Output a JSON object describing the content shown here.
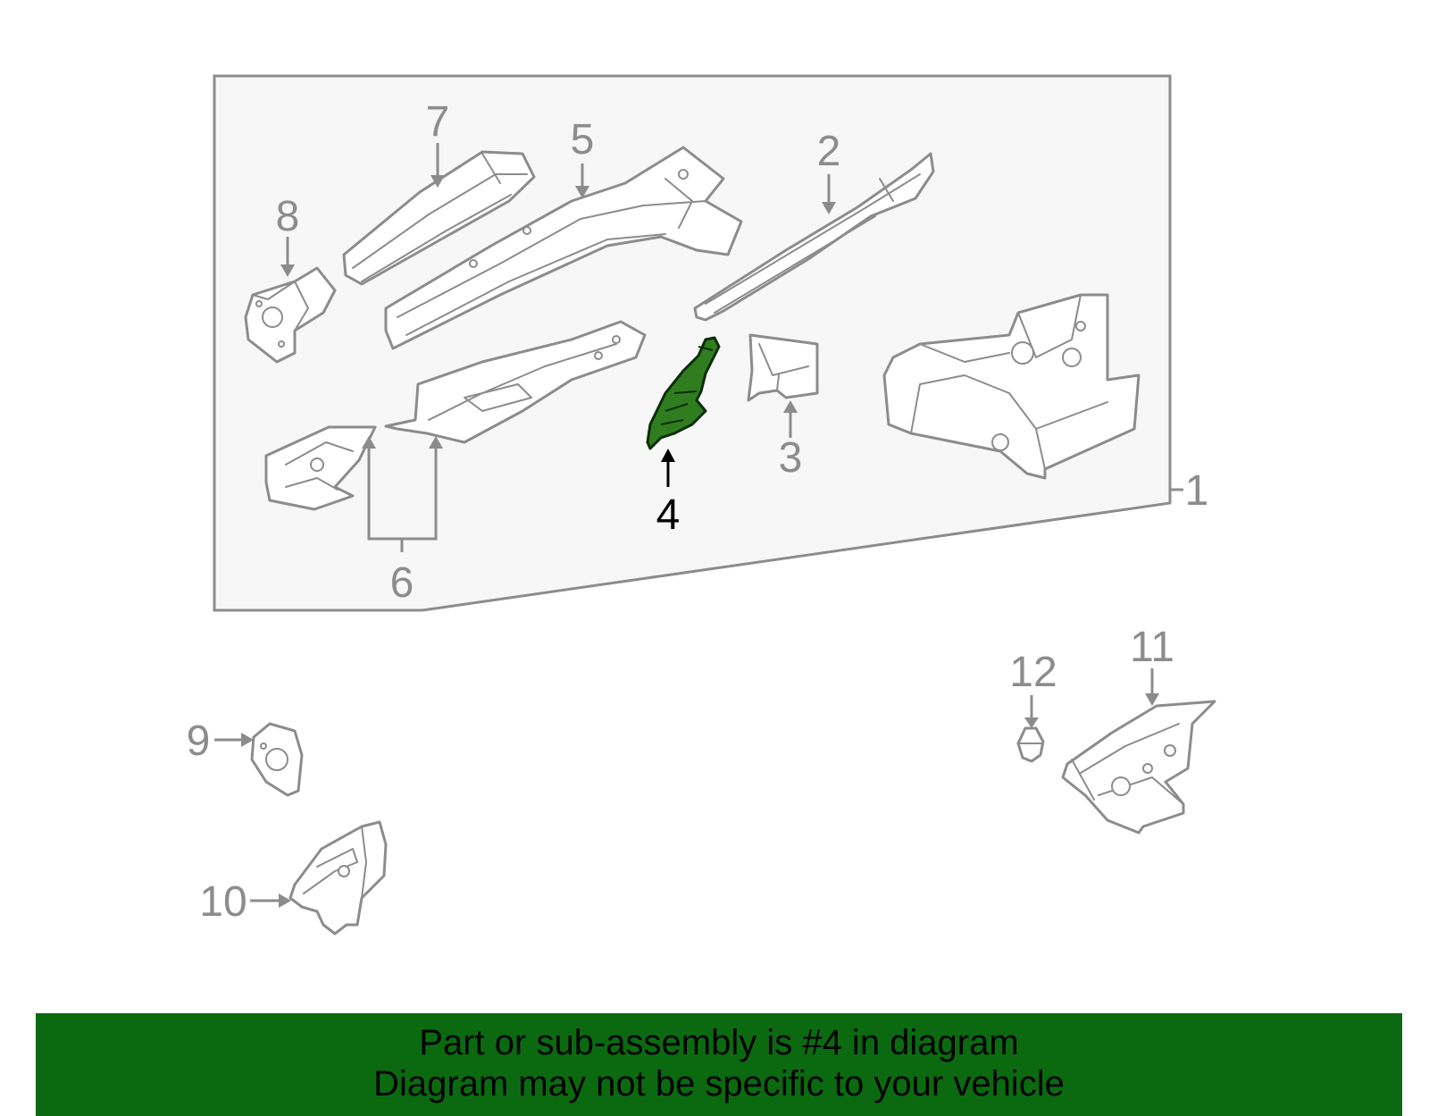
{
  "diagram": {
    "callouts": {
      "c1": "1",
      "c2": "2",
      "c3": "3",
      "c4": "4",
      "c5": "5",
      "c6": "6",
      "c7": "7",
      "c8": "8",
      "c9": "9",
      "c10": "10",
      "c11": "11",
      "c12": "12"
    },
    "highlighted_part": "4",
    "colors": {
      "highlight_fill": "#2f7d1f",
      "banner_bg": "#0b6a10",
      "linework": "#8c8c8c",
      "panel_bg": "#f7f7f7"
    }
  },
  "banner": {
    "line1": "Part or sub-assembly is #4 in diagram",
    "line2": "Diagram may not be specific to your vehicle"
  }
}
